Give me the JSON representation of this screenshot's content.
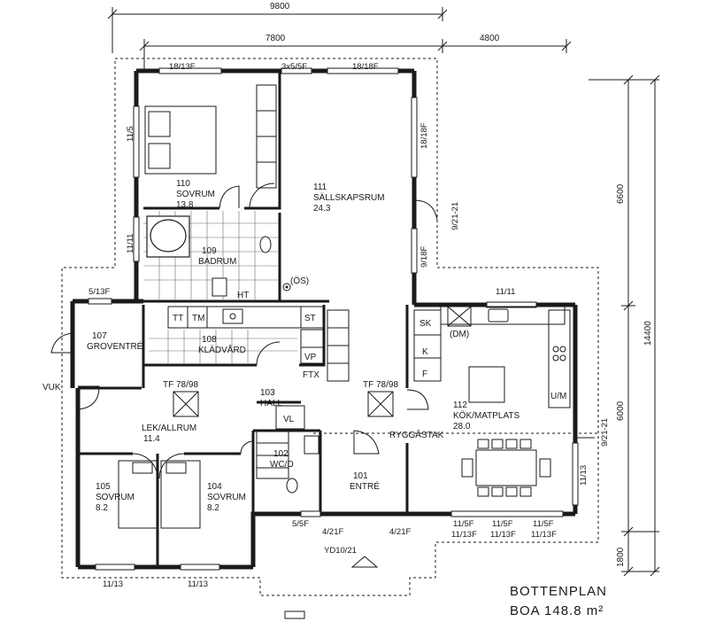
{
  "title": {
    "line1": "BOTTENPLAN",
    "line2": "BOA 148.8 m²"
  },
  "dimensions": {
    "top_total": "9800",
    "top_left": "7800",
    "top_right": "4800",
    "right_top": "6600",
    "right_mid": "6000",
    "right_total": "14400",
    "right_bottom": "1800"
  },
  "rooms": {
    "r110": {
      "num": "110",
      "name": "SOVRUM",
      "area": "13.8"
    },
    "r111": {
      "num": "111",
      "name": "SÄLLSKAPSRUM",
      "area": "24.3"
    },
    "r109": {
      "num": "109",
      "name": "BADRUM"
    },
    "r107": {
      "num": "107",
      "name": "GROVENTRÉ"
    },
    "r108": {
      "num": "108",
      "name": "KLÄDVÅRD"
    },
    "r103": {
      "num": "103",
      "name": "HALL"
    },
    "r112": {
      "num": "112",
      "name": "KÖK/MATPLATS",
      "area": "28.0"
    },
    "r_lek": {
      "name": "LEK/ALLRUM",
      "area": "11.4"
    },
    "r102": {
      "num": "102",
      "name": "WC/D"
    },
    "r101": {
      "num": "101",
      "name": "ENTRÉ"
    },
    "r105": {
      "num": "105",
      "name": "SOVRUM",
      "area": "8.2"
    },
    "r104": {
      "num": "104",
      "name": "SOVRUM",
      "area": "8.2"
    }
  },
  "windows": {
    "w1": "18/13F",
    "w2": "3x5/5F",
    "w3": "18/18F",
    "w4": "11/5",
    "w5": "11/11",
    "w6": "18/18F",
    "w7": "9/21-21",
    "w8": "9/18F",
    "w9": "5/13F",
    "w10": "11/11",
    "w11": "9/21-21",
    "w12": "11/13",
    "w13": "5/5F",
    "w14": "4/21F",
    "w15": "4/21F",
    "w16a": "11/5F",
    "w16b": "11/13F",
    "w17a": "11/5F",
    "w17b": "11/13F",
    "w18a": "11/5F",
    "w18b": "11/13F",
    "w19": "11/13",
    "w20": "11/13",
    "w21": "YD10/21"
  },
  "labels": {
    "tf1": "TF 78/98",
    "tf2": "TF 78/98",
    "os": "(ÖS)",
    "ht": "HT",
    "tt": "TT",
    "tm": "TM",
    "st": "ST",
    "vp": "VP",
    "ftx": "FTX",
    "vl": "VL",
    "sk": "SK",
    "dm": "(DM)",
    "k": "K",
    "f": "F",
    "um": "U/M",
    "vuk": "VUK",
    "ryggastak": "RYGGÅSTAK"
  }
}
